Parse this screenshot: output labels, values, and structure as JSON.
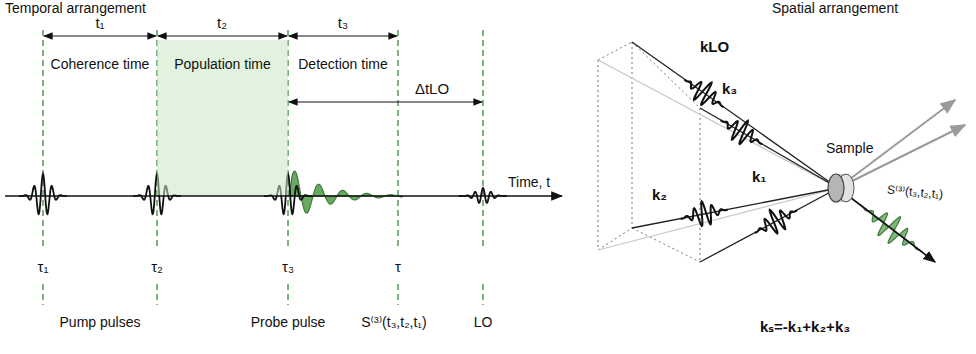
{
  "diagram": {
    "nodes": [
      {
        "text": [
          "Population time"
        ]
      }
    ],
    "edges": [],
    "labels": [
      "Temporal arrangement",
      "t₁",
      "t₂",
      "t₃",
      "Coherence time",
      "Detection time",
      "ΔtLO",
      "Time, t",
      "τ₁",
      "τ₂",
      "τ₃",
      "τ",
      "Pump pulses",
      "Probe pulse",
      "S⁽³⁾(t₃,t₂,t₁)",
      "LO",
      "Spatial arrangement",
      "kLO",
      "k₃",
      "k₂",
      "k₁",
      "Sample",
      "S⁽³⁾(t₃,t₂,t₁)",
      "kₛ=-k₁+k₂+k₃"
    ]
  }
}
